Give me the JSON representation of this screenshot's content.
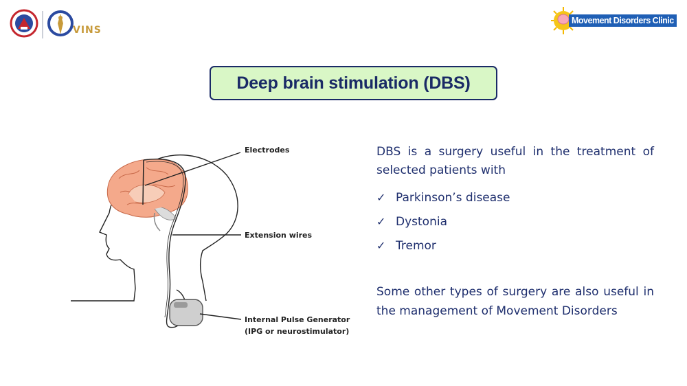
{
  "header": {
    "left_logo_text": "VINS",
    "right_logo_text": "Movement Disorders Clinic"
  },
  "title": "Deep brain stimulation (DBS)",
  "illustration": {
    "labels": {
      "electrodes": "Electrodes",
      "extension_wires": "Extension wires",
      "ipg_line1": "Internal Pulse Generator",
      "ipg_line2": "(IPG or neurostimulator)"
    }
  },
  "content": {
    "intro": "DBS is a surgery useful in the treatment of selected patients with",
    "bullets": [
      {
        "label": "Parkinson’s disease",
        "icon": "check-icon"
      },
      {
        "label": "Dystonia",
        "icon": "check-icon"
      },
      {
        "label": "Tremor",
        "icon": "check-icon"
      }
    ],
    "outro": "Some other types of surgery are also useful in the management of Movement Disorders"
  },
  "colors": {
    "title_bg": "#d9f7c6",
    "title_border": "#1a2a66",
    "text": "#1f2f6e",
    "brain": "#f4a98b",
    "clinic_badge": "#1f5fb5"
  }
}
